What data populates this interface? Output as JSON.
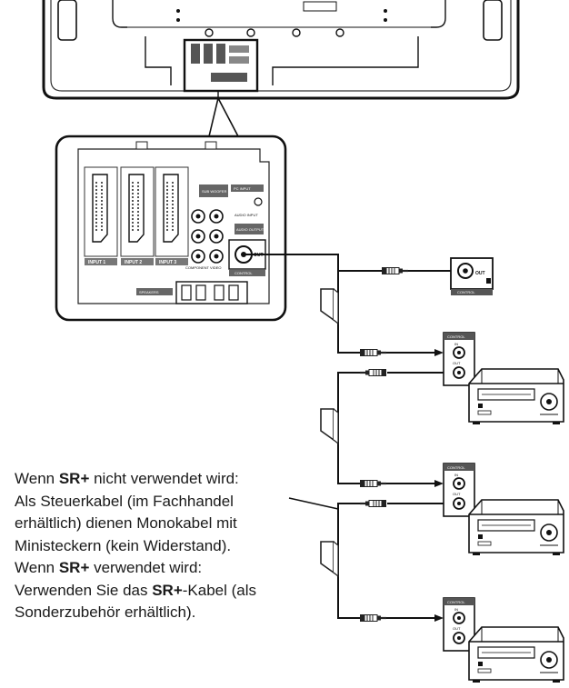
{
  "panel": {
    "inputs": [
      "INPUT 1",
      "INPUT 2",
      "INPUT 3"
    ],
    "sub_woofer": "SUB WOOFER",
    "pc_input": "PC INPUT",
    "audio_input": "AUDIO INPUT",
    "audio_output": "AUDIO OUTPUT",
    "component_video": "COMPONENT VIDEO",
    "control_label": "CONTROL",
    "control_out": "OUT",
    "speakers_label": "SPEAKERS"
  },
  "devices": {
    "control_label": "CONTROL",
    "in_label": "IN",
    "out_label": "OUT"
  },
  "caption": {
    "l1_a": "Wenn ",
    "l1_b": "SR+",
    "l1_c": " nicht verwendet wird:",
    "l2": "Als Steuerkabel (im Fachhandel",
    "l3": "erhältlich) dienen Monokabel mit",
    "l4": "Ministeckern (kein Widerstand).",
    "l5_a": "Wenn ",
    "l5_b": "SR+",
    "l5_c": " verwendet wird:",
    "l6_a": "Verwenden Sie das ",
    "l6_b": "SR+",
    "l6_c": "-Kabel (als",
    "l7": "Sonderzubehör erhältlich)."
  }
}
